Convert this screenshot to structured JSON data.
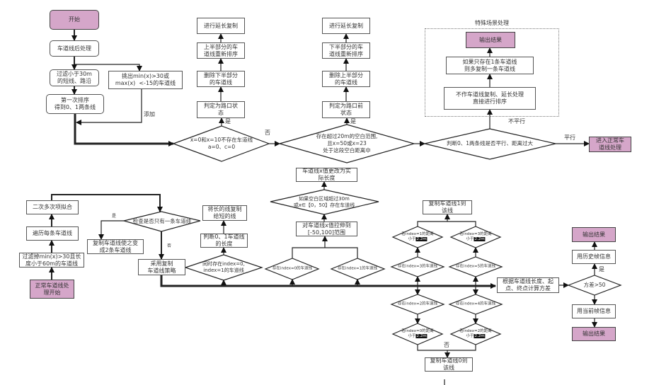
{
  "top": {
    "start": "开始",
    "post_process": "车道线后处理",
    "filter_short": "过滤小于30m\n的短线、路沿",
    "pick_out": "挑出min(x)>30或\nmax(x)  <-15的车道线",
    "add_label": "添加",
    "first_sort": "第一次排序\n得到0、1两条线",
    "decision_missing": "x=0和x=10不存在车道线\na=0、c=0",
    "decision_missing_yes": "是",
    "decision_missing_no": "否",
    "branch_junction": {
      "judge": "判定为路口状\n态",
      "delete": "删除下半部分\n的车道线",
      "resort": "上半部分的车\n道线重新排序",
      "extend": "进行延长复制"
    },
    "decision_gap": "存在超过20m的空白范围,\n且x=50或x=23\n处于这段空白距离中",
    "decision_gap_yes": "是",
    "branch_pre_junction": {
      "judge": "判定为路口前\n状态",
      "delete": "删除上半部分\n的车道线",
      "resort": "下半部分的车\n道线重新排序",
      "extend": "进行延长复制"
    },
    "decision_parallel": "判断0、1两条线是否平行、距离过大",
    "not_parallel_label": "不平行",
    "parallel_label": "平行",
    "normal_entry": "进入正常车\n道线处理",
    "special": {
      "title": "特殊场景处理",
      "no_copy": "不作车道线复制、延长处理\n直接进行排序",
      "single_copy": "如果只存在1条车道线\n则多复制一条车道线",
      "output": "输出结果"
    }
  },
  "bottom": {
    "start": "正常车道线处\n理开始",
    "filter_60": "过滤掉min(x)>30且长\n度小于60m的车道线",
    "traverse": "遍历每条车道线",
    "fit": "二次多次项拟合",
    "decision_single": "检查是否只有一条车道线",
    "yes_label": "是",
    "no_label": "否",
    "duplicate_to_two": "复制车道线使之变\n成2条车道线",
    "copy_strategy": "采用复制\n车道线策略",
    "decision_both": "同时存在index=0,\nindex=1的车道线",
    "judge_length": "判断0、1车道线\n的长度",
    "copy_long_to_short": "将长的线复制\n给短的线",
    "decision_idx0": "存在index=0的车道线",
    "decision_idx1": "存在index=1的车道线",
    "stretch": "对车道线x值拉伸到\n[-50,100]范围",
    "decision_blank": "如果空白区域超过30m\n或x∈【0，50】存在车道线",
    "actual_length": "车道线x值更改为实\n际长度",
    "copy_lane1": "复制车道线1到\n该线",
    "dist_idx1": {
      "line1": "若index=1的距离",
      "line2": "小于",
      "highlight": "2.2m"
    },
    "dist_idx3": {
      "line1": "若index=3的距离",
      "line2": "小于",
      "highlight": "2.2m"
    },
    "exist_idx3": "存在index=3的车道线",
    "exist_idx5": "存在index=5的车道线",
    "exist_idx2": "存在index=2的车道线",
    "exist_idx4": "存在index=4的车道线",
    "dist_idx0": {
      "line1": "若index=0的距离",
      "line2": "小于",
      "highlight": "2.2m"
    },
    "dist_idx2": {
      "line1": "若index=2的距离",
      "line2": "小于",
      "highlight": "2.2m"
    },
    "no_label_2": "否",
    "copy_lane0": "复制车道线0到\n该线",
    "compute_variance": "根据车道线长度、起\n点、终点计算方差",
    "decision_variance": "方差>50",
    "variance_yes": "是",
    "history_frame": "用历史帧信息",
    "output_top": "输出结果",
    "current_frame": "用当前帧信息",
    "output_bottom": "输出结果"
  },
  "colors": {
    "terminal_fill": "#d5a6c9",
    "line": "#222222",
    "highlight_bg": "#111111"
  }
}
